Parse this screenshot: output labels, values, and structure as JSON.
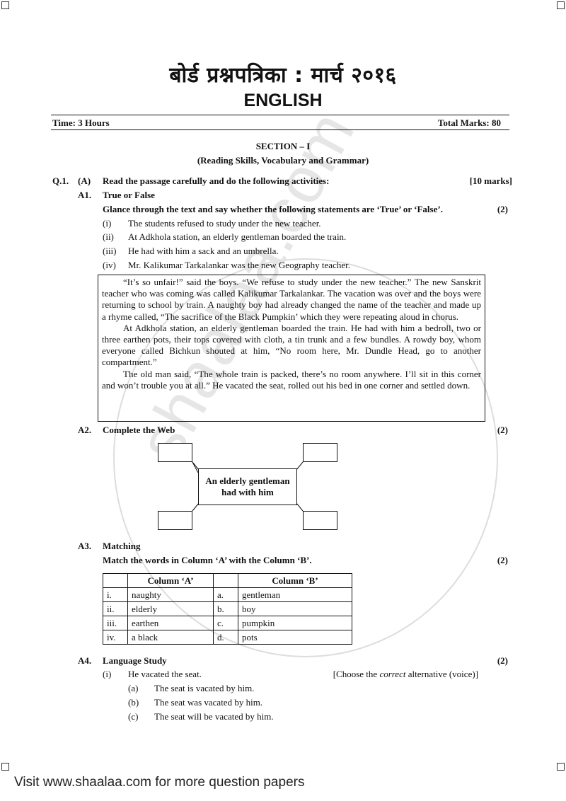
{
  "header": {
    "title_marathi": "बोर्ड प्रश्नपत्रिका : मार्च २०१६",
    "subject": "ENGLISH",
    "time": "Time: 3 Hours",
    "total_marks": "Total Marks: 80"
  },
  "section": {
    "title": "SECTION – I",
    "subtitle": "(Reading Skills, Vocabulary and Grammar)"
  },
  "q1": {
    "num": "Q.1.",
    "part": "(A)",
    "instruction": "Read the passage  carefully and do the following activities:",
    "marks": "[10 marks]"
  },
  "a1": {
    "num": "A1.",
    "title": "True or False",
    "instruction": "Glance through the text and say whether the following statements are ‘True’ or ‘False’.",
    "marks": "(2)",
    "items": [
      {
        "n": "(i)",
        "text": "The students refused to study under the new teacher."
      },
      {
        "n": "(ii)",
        "text": "At Adkhola station, an elderly gentleman boarded the train."
      },
      {
        "n": "(iii)",
        "text": "He had with him a sack and an umbrella."
      },
      {
        "n": "(iv)",
        "text": "Mr. Kalikumar Tarkalankar was the new Geography teacher."
      }
    ]
  },
  "passage": {
    "p1": "“It’s so unfair!” said the boys. “We refuse to study under the new teacher.” The new Sanskrit teacher who was coming was called Kalikumar Tarkalankar. The vacation was over and the boys were returning to school by train. A naughty boy had already changed the name of the teacher and made up a rhyme called, “The sacrifice of the Black Pumpkin’ which they were repeating aloud in chorus.",
    "p2": "At Adkhola station, an elderly gentleman boarded the train. He had with him a bedroll, two or three earthen pots, their tops covered with cloth, a tin trunk and a few bundles. A rowdy boy, whom everyone called Bichkun shouted at him, “No room here, Mr. Dundle Head, go to another compartment.”",
    "p3": "The old man said, “The whole train is packed, there’s no room anywhere. I’ll sit in this corner and won’t trouble you at all.” He vacated the seat, rolled out his bed in one corner and settled down."
  },
  "a2": {
    "num": "A2.",
    "title": "Complete the Web",
    "marks": "(2)",
    "center": "An elderly gentleman had with him"
  },
  "a3": {
    "num": "A3.",
    "title": "Matching",
    "instruction": "Match the words in Column ‘A’ with the Column ‘B’.",
    "marks": "(2)",
    "col_a_header": "Column ‘A’",
    "col_b_header": "Column ‘B’",
    "rows": [
      {
        "n": "i.",
        "a": "naughty",
        "l": "a.",
        "b": "gentleman"
      },
      {
        "n": "ii.",
        "a": "elderly",
        "l": "b.",
        "b": "boy"
      },
      {
        "n": "iii.",
        "a": "earthen",
        "l": "c.",
        "b": "pumpkin"
      },
      {
        "n": "iv.",
        "a": "a black",
        "l": "d.",
        "b": "pots"
      }
    ]
  },
  "a4": {
    "num": "A4.",
    "title": "Language Study",
    "marks": "(2)",
    "q_num": "(i)",
    "question": "He vacated the seat.",
    "hint_pre": "[Choose the ",
    "hint_em": "correct",
    "hint_post": " alternative (voice)]",
    "options": [
      {
        "n": "(a)",
        "text": "The seat is vacated by him."
      },
      {
        "n": "(b)",
        "text": "The seat was vacated by him."
      },
      {
        "n": "(c)",
        "text": "The seat will be vacated by him."
      }
    ]
  },
  "watermark": "shaalaa.com",
  "footer": "Visit www.shaalaa.com for more question papers"
}
